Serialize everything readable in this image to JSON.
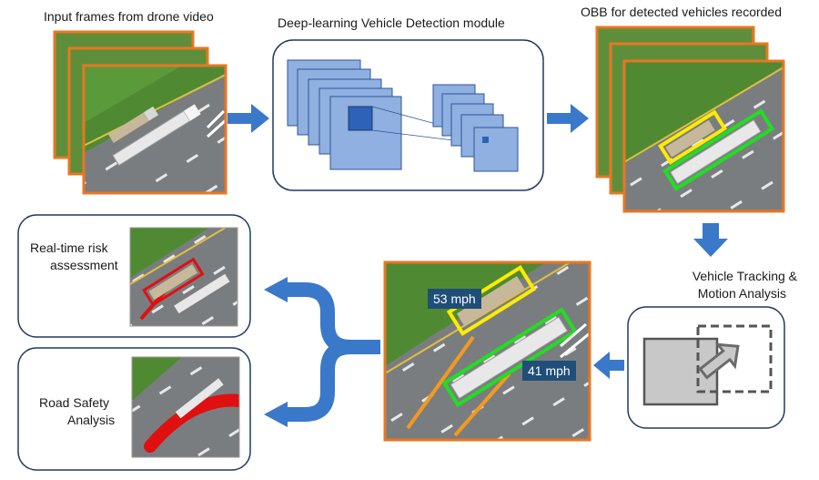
{
  "labels": {
    "input_frames": "Input frames from drone video",
    "detection_module": "Deep-learning Vehicle Detection module",
    "obb_recorded": "OBB for detected vehicles recorded",
    "tracking_line1": "Vehicle Tracking &",
    "tracking_line2": "Motion Analysis",
    "risk_line1": "Real-time risk",
    "risk_line2": "assessment",
    "safety_line1": "Road Safety",
    "safety_line2": "Analysis"
  },
  "speeds": {
    "truck_left": "53 mph",
    "truck_right": "41 mph"
  },
  "colors": {
    "frame_border": "#e87722",
    "arrow": "#3a78c9",
    "box_border": "#1f3a60",
    "cnn_fill": "#8fb0e0",
    "cnn_stroke": "#2f5597",
    "speed_badge": "#1f4e79",
    "obb_yellow": "#ffeb00",
    "obb_green": "#22dd22",
    "risk_red": "#e01010",
    "trajectory_orange": "#f39a1e"
  }
}
